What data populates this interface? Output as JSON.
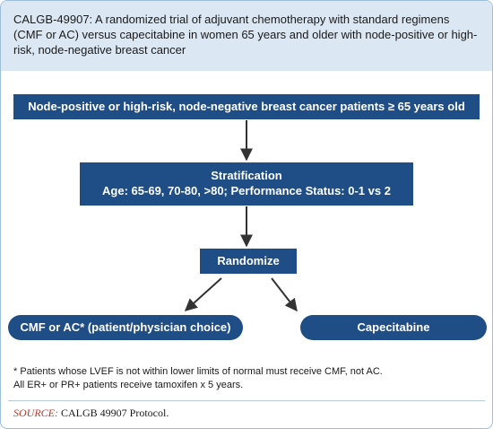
{
  "title": "CALGB-49907: A randomized trial of adjuvant chemotherapy with standard regimens (CMF or AC) versus capecitabine in women 65 years and older with node-positive or high-risk, node-negative breast cancer",
  "flow": {
    "population": "Node-positive or high-risk, node-negative breast cancer patients ≥ 65 years old",
    "stratification_title": "Stratification",
    "stratification_detail": "Age: 65-69, 70-80, >80; Performance Status: 0-1 vs 2",
    "randomize": "Randomize",
    "arm_left": "CMF or AC* (patient/physician choice)",
    "arm_right": "Capecitabine"
  },
  "footnotes": [
    "* Patients whose LVEF is not within lower limits of normal must receive CMF, not AC.",
    "All ER+ or PR+ patients receive tamoxifen x 5 years."
  ],
  "source": {
    "label": "SOURCE:",
    "text": "CALGB 49907 Protocol."
  },
  "colors": {
    "box_fill": "#1f4e86",
    "header_fill": "#dbe8f4",
    "arrow": "#333333",
    "source_label": "#b03a2e"
  }
}
